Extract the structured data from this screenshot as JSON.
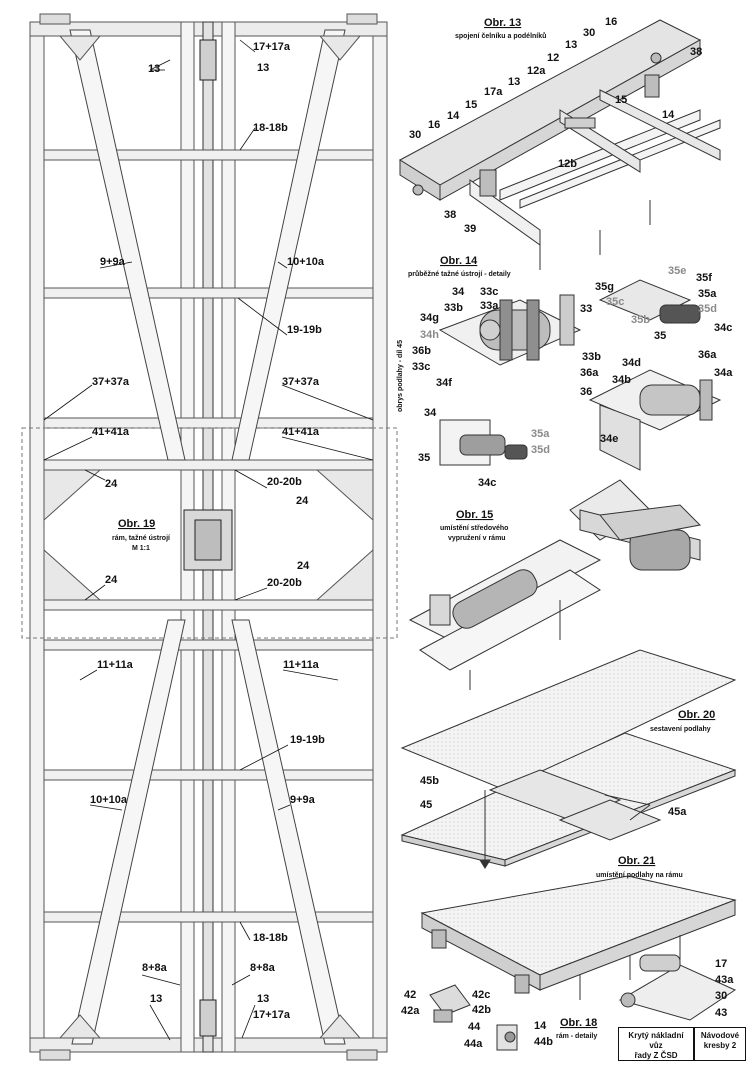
{
  "frame": {
    "caption": "Obr. 19",
    "subtitle1": "rám, tažné ústrojí",
    "subtitle2": "M 1:1",
    "side_note": "obrys podlahy - díl 45",
    "labels": {
      "l13_top_left": "13",
      "l17_top": "17+17a",
      "l13_top_right": "13",
      "l18_top": "18-18b",
      "l9_left": "9+9a",
      "l10_right": "10+10a",
      "l19_top": "19-19b",
      "l37_left": "37+37a",
      "l37_right": "37+37a",
      "l41_left": "41+41a",
      "l41_right": "41+41a",
      "l24_a": "24",
      "l20_top": "20-20b",
      "l24_b": "24",
      "l24_c": "24",
      "l24_d": "24",
      "l20_bottom": "20-20b",
      "l11_left": "11+11a",
      "l11_right": "11+11a",
      "l19_bottom": "19-19b",
      "l10_left": "10+10a",
      "l9_right": "9+9a",
      "l18_bottom": "18-18b",
      "l8_left": "8+8a",
      "l8_right": "8+8a",
      "l13_bottom_left": "13",
      "l13_bottom_right": "13",
      "l17_bottom": "17+17a"
    }
  },
  "fig13": {
    "caption": "Obr. 13",
    "subtitle": "spojení čelníku a podélníků",
    "labels": [
      "16",
      "30",
      "13",
      "12",
      "38",
      "12a",
      "13",
      "17a",
      "15",
      "14",
      "16",
      "30",
      "15",
      "14",
      "12b",
      "38",
      "39"
    ]
  },
  "fig14": {
    "caption": "Obr. 14",
    "subtitle": "průběžné tažné ústrojí - detaily",
    "labels": [
      "34",
      "33c",
      "33a",
      "33",
      "34g",
      "33b",
      "34h",
      "36b",
      "33c",
      "34f",
      "33b",
      "36a",
      "36",
      "34d",
      "34b",
      "36a",
      "34a",
      "34e",
      "34",
      "35",
      "34c",
      "35f",
      "35a",
      "35g",
      "35d",
      "35",
      "34c"
    ],
    "gray_labels": [
      "34h",
      "35a",
      "35d",
      "35e",
      "35c",
      "35b",
      "35d"
    ]
  },
  "fig15": {
    "caption": "Obr. 15",
    "subtitle1": "umístění středového",
    "subtitle2": "vypružení v rámu"
  },
  "fig20": {
    "caption": "Obr. 20",
    "subtitle": "sestavení podlahy",
    "labels": [
      "45b",
      "45",
      "45a"
    ]
  },
  "fig21": {
    "caption": "Obr. 21",
    "subtitle": "umístění podlahy na rámu",
    "labels": [
      "17",
      "43a",
      "30",
      "43"
    ]
  },
  "fig18": {
    "caption": "Obr. 18",
    "subtitle": "rám - detaily",
    "labels": [
      "42",
      "42c",
      "42a",
      "42b",
      "44",
      "14",
      "44a",
      "44b"
    ]
  },
  "titleblock": {
    "left_line1": "Krytý nákladní vůz",
    "left_line2": "řady Z ČSD",
    "right_line1": "Návodové",
    "right_line2": "kresby 2"
  }
}
